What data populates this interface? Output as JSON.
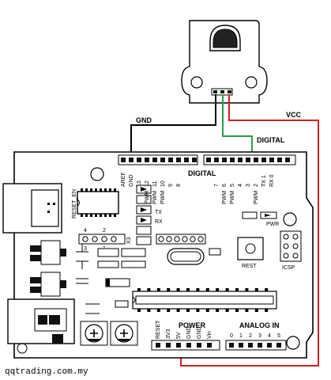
{
  "labels": {
    "gnd": "GND",
    "digital_wire": "DIGITAL",
    "vcc": "VCC",
    "header_digital": "DIGITAL",
    "tx": "TX",
    "rx": "RX",
    "pwr": "PWR",
    "rest": "REST",
    "icsp": "ICSP",
    "x3": "X3",
    "power": "POWER",
    "analog_in": "ANALOG IN",
    "reset_en": "RESET_EN",
    "watermark": "qqtrading.com.my"
  },
  "digital_header_pins": [
    "AREF",
    "GND",
    "13",
    "12",
    "11",
    "10",
    "9",
    "8",
    "7",
    "6",
    "5",
    "4",
    "3",
    "2",
    "TX 1",
    "RX 0"
  ],
  "power_header_pins": [
    "RESET",
    "3V3",
    "5V",
    "GND",
    "GND",
    "Vin"
  ],
  "analog_header_pins": [
    "0",
    "1",
    "2",
    "3",
    "4",
    "5"
  ],
  "pwm_labels": [
    "PWM",
    "PWM",
    "PWM",
    "PWM",
    "PWM",
    "PWM"
  ],
  "wire_colors": {
    "gnd": "#000000",
    "digital": "#2e9e46",
    "vcc": "#d32020"
  }
}
